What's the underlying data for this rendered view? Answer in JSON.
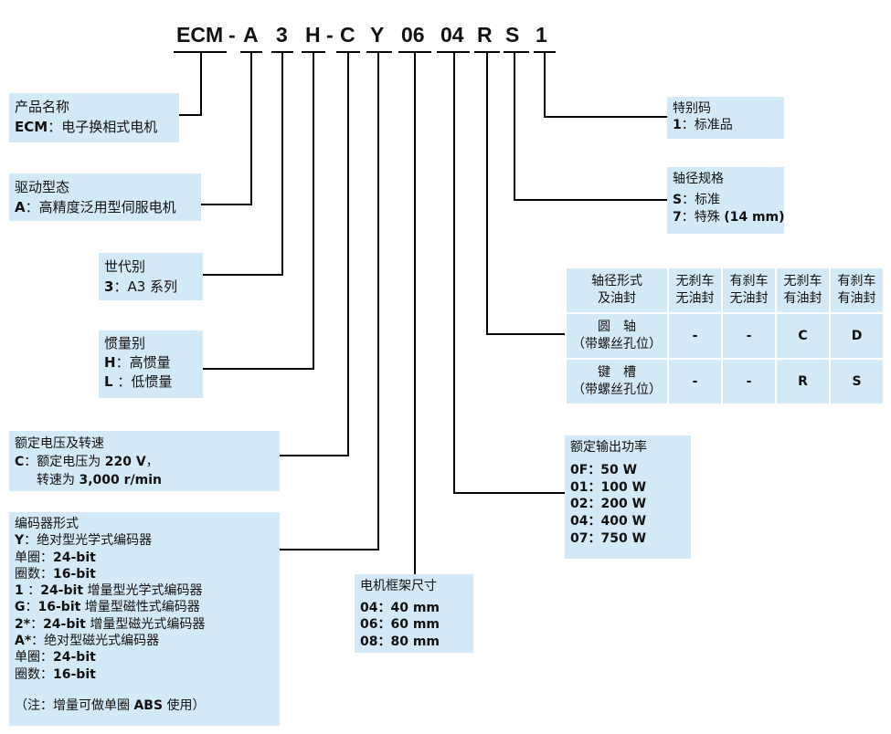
{
  "model_code": {
    "parts": [
      "ECM",
      "-",
      "A",
      "3",
      "H",
      "-",
      "C",
      "Y",
      "06",
      "04",
      "R",
      "S",
      "1"
    ]
  },
  "product_name": {
    "title": "产品名称",
    "code": "ECM",
    "sep": "：",
    "desc": "电子换相式电机"
  },
  "drive_type": {
    "title": "驱动型态",
    "code": "A",
    "sep": "：",
    "desc": "高精度泛用型伺服电机"
  },
  "series": {
    "title": "世代别",
    "code": "3",
    "sep": "：",
    "desc": "A3 系列"
  },
  "inertia": {
    "title": "惯量别",
    "items": [
      {
        "code": "H",
        "sep": "：",
        "desc": "高惯量"
      },
      {
        "code": "L",
        "sep": " ：",
        "desc": "低惯量"
      }
    ]
  },
  "voltage": {
    "title": "额定电压及转速",
    "line1_code": "C",
    "line1_sep": "：",
    "line1_text": "额定电压为 ",
    "line1_value": "220 V",
    "line1_tail": "，",
    "line2_text": "转速为 ",
    "line2_value": "3,000 r/min"
  },
  "encoder": {
    "title": "编码器形式",
    "lines": [
      {
        "code": "Y",
        "text": "：绝对型光学式编码器"
      },
      {
        "code": "",
        "text": "单圈：",
        "value": "24-bit"
      },
      {
        "code": "",
        "text": "圈数：",
        "value": "16-bit"
      },
      {
        "code": "1",
        "text": " ：",
        "value": "24-bit",
        "tail": " 增量型光学式编码器"
      },
      {
        "code": "G",
        "text": "：",
        "value": "16-bit",
        "tail": " 增量型磁性式编码器"
      },
      {
        "code": "2*",
        "text": "：",
        "value": "24-bit",
        "tail": " 增量型磁光式编码器"
      },
      {
        "code": "A*",
        "text": "：绝对型磁光式编码器"
      },
      {
        "code": "",
        "text": "单圈：",
        "value": "24-bit"
      },
      {
        "code": "",
        "text": "圈数：",
        "value": "16-bit"
      }
    ],
    "note_pre": "（注：增量可做单圈 ",
    "note_bold": "ABS",
    "note_post": " 使用）"
  },
  "frame_size": {
    "title": "电机框架尺寸",
    "items": [
      "04：40 mm",
      "06：60 mm",
      "08：80 mm"
    ]
  },
  "output_power": {
    "title": "额定输出功率",
    "items": [
      "0F：50 W",
      "01：100 W",
      "02：200 W",
      "04：400 W",
      "07：750 W"
    ]
  },
  "special_code": {
    "title": "特别码",
    "code": "1",
    "sep": "：",
    "desc": "标准品"
  },
  "shaft_spec": {
    "title": "轴径规格",
    "items": [
      {
        "code": "S",
        "sep": "：",
        "desc": "标准",
        "bold_tail": ""
      },
      {
        "code": "7",
        "sep": "：",
        "desc": "特殊 ",
        "bold_tail": "(14 mm)"
      }
    ]
  },
  "shaft_table": {
    "header_label_1": "轴径形式",
    "header_label_2": "及油封",
    "columns": [
      {
        "l1": "无刹车",
        "l2": "无油封"
      },
      {
        "l1": "有刹车",
        "l2": "无油封"
      },
      {
        "l1": "无刹车",
        "l2": "有油封"
      },
      {
        "l1": "有刹车",
        "l2": "有油封"
      }
    ],
    "rows": [
      {
        "l1": "圆　轴",
        "l2": "（带螺丝孔位）",
        "values": [
          "-",
          "-",
          "C",
          "D"
        ]
      },
      {
        "l1": "键　槽",
        "l2": "（带螺丝孔位）",
        "values": [
          "-",
          "-",
          "R",
          "S"
        ]
      }
    ]
  }
}
